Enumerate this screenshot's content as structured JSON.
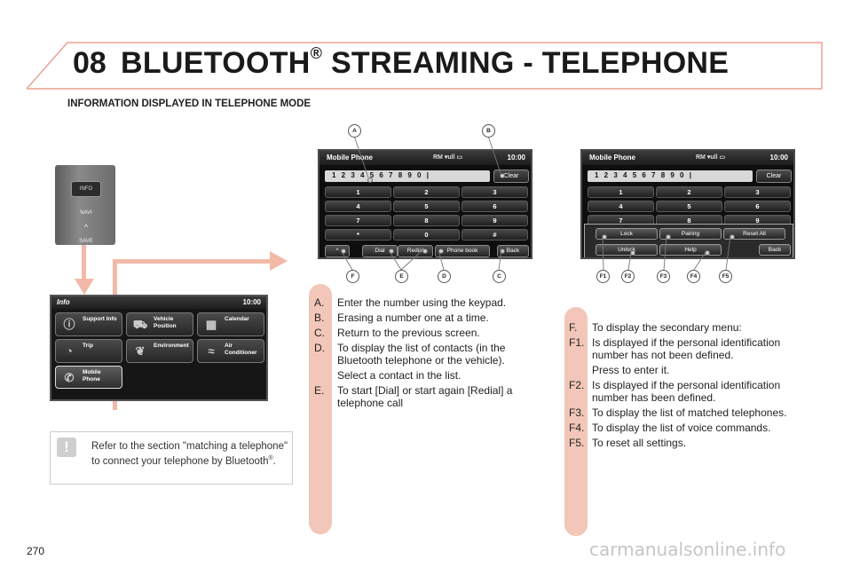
{
  "header": {
    "chapter": "08",
    "title": "BLUETOOTH",
    "title_reg": "®",
    "title_rest": " STREAMING - TELEPHONE",
    "subtitle": "INFORMATION DISPLAYED IN TELEPHONE MODE"
  },
  "colors": {
    "accent_band": "#f2c6b8",
    "arrow": "#f2b9a8",
    "header_line": "#e8a090"
  },
  "console": {
    "buttons": [
      "INFO",
      "NAVI",
      "^",
      "SAVE"
    ]
  },
  "info_screen": {
    "title": "Info",
    "time": "10:00",
    "tiles": [
      {
        "label": "Support Info",
        "icon": "info-icon"
      },
      {
        "label": "Vehicle Position",
        "icon": "car-icon"
      },
      {
        "label": "Calendar",
        "icon": "calendar-icon"
      },
      {
        "label": "Trip",
        "icon": "trip-icon"
      },
      {
        "label": "Environment",
        "icon": "leaf-icon"
      },
      {
        "label": "Air Conditioner",
        "icon": "fan-icon"
      },
      {
        "label": "Mobile Phone",
        "icon": "phone-icon"
      }
    ]
  },
  "note": {
    "text": "Refer to the section \"matching a telephone\" to connect your telephone by Bluetooth",
    "reg": "®",
    "end": "."
  },
  "phone_screen_1": {
    "title": "Mobile Phone",
    "status": "RM ▾ull ▭",
    "time": "10:00",
    "number": "1 2 3 4 5 6 7 8 9 0 |",
    "clear": "Clear",
    "keys": [
      "1",
      "2",
      "3",
      "4",
      "5",
      "6",
      "7",
      "8",
      "9",
      "*",
      "0",
      "#"
    ],
    "dial": "Dial",
    "redial": "Redial",
    "phonebook": "Phone book",
    "back": "Back"
  },
  "phone_screen_2": {
    "title": "Mobile Phone",
    "status": "RM ▾ull ▭",
    "time": "10:00",
    "number": "1 2 3 4 5 6 7 8 9 0 |",
    "clear": "Clear",
    "keys": [
      "1",
      "2",
      "3",
      "4",
      "5",
      "6",
      "7",
      "8",
      "9"
    ],
    "lock": "Lock",
    "pairing": "Pairing",
    "reset": "Reset All",
    "unlock": "Unlock",
    "help": "Help",
    "back": "Back"
  },
  "callouts_1": [
    "A",
    "B",
    "F",
    "E",
    "D",
    "C"
  ],
  "callouts_2": [
    "F1",
    "F2",
    "F3",
    "F4",
    "F5"
  ],
  "list_left": [
    {
      "label": "A.",
      "text": "Enter the number using the keypad."
    },
    {
      "label": "B.",
      "text": "Erasing a number one at a time."
    },
    {
      "label": "C.",
      "text": "Return to the previous screen."
    },
    {
      "label": "D.",
      "text": "To display the list of contacts (in the Bluetooth telephone or the vehicle).",
      "extra": "Select a contact in the list."
    },
    {
      "label": "E.",
      "text": "To start [Dial] or start again [Redial] a telephone call"
    }
  ],
  "list_right": [
    {
      "label": "F.",
      "text": "To display the secondary menu:"
    },
    {
      "label": "F1.",
      "text": "Is displayed if the personal identification number has not been defined.",
      "extra": "Press to enter it."
    },
    {
      "label": "F2.",
      "text": "Is displayed if the personal identification number has been defined."
    },
    {
      "label": "F3.",
      "text": "To display the list of matched telephones."
    },
    {
      "label": "F4.",
      "text": "To display the list of voice commands."
    },
    {
      "label": "F5.",
      "text": "To reset all settings."
    }
  ],
  "page_number": "270",
  "watermark": "carmanualsonline.info"
}
